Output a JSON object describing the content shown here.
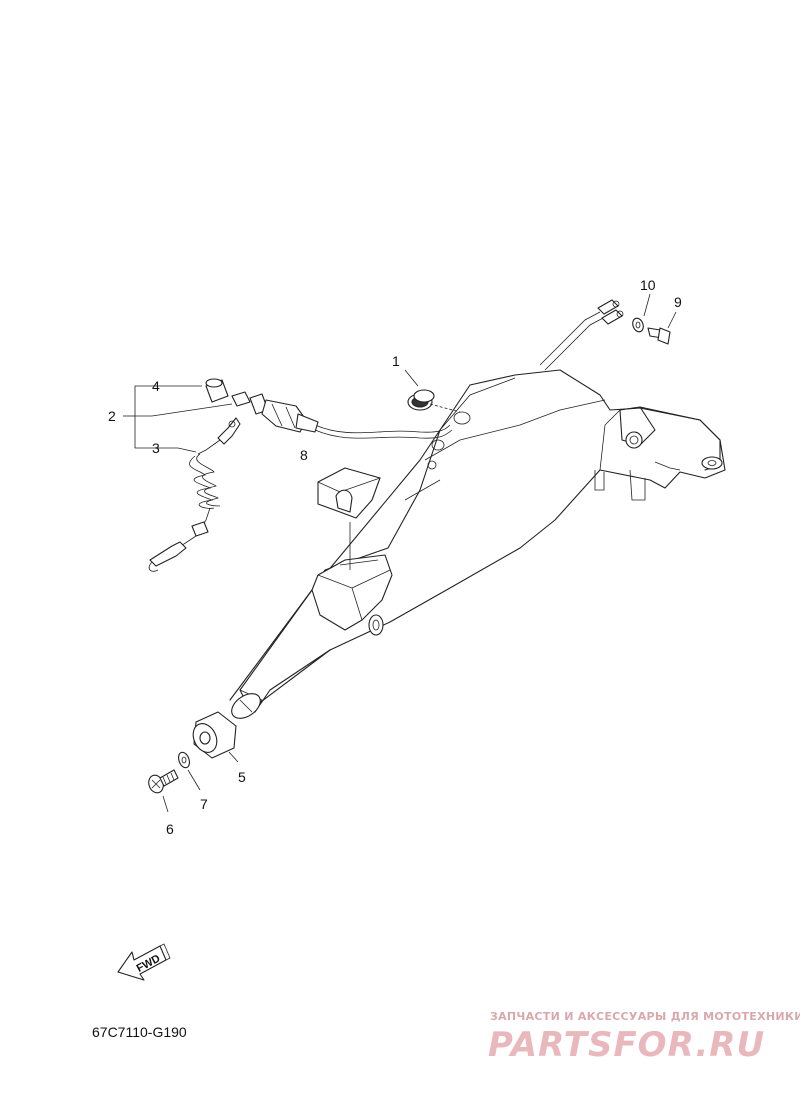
{
  "callouts": [
    {
      "id": "1",
      "label": "1"
    },
    {
      "id": "2",
      "label": "2"
    },
    {
      "id": "3",
      "label": "3"
    },
    {
      "id": "4",
      "label": "4"
    },
    {
      "id": "5",
      "label": "5"
    },
    {
      "id": "6",
      "label": "6"
    },
    {
      "id": "7",
      "label": "7"
    },
    {
      "id": "8",
      "label": "8"
    },
    {
      "id": "9",
      "label": "9"
    },
    {
      "id": "10",
      "label": "10"
    }
  ],
  "fwd_label": "FWD",
  "part_code": "67C7110-G190",
  "watermark": {
    "tagline": "ЗАПЧАСТИ И АКСЕССУАРЫ ДЛЯ МОТОТЕХНИКИ",
    "logo": "PARTSFOR.RU",
    "color": "#e9b8bc"
  }
}
